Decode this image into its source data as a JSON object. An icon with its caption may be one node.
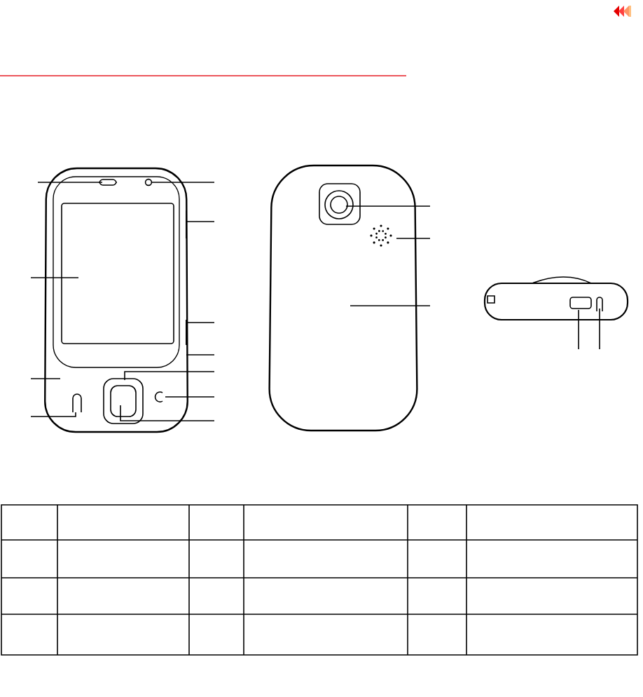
{
  "diagram": {
    "nodes": [
      {
        "text": [],
        "shape": "picture"
      },
      {
        "text": [],
        "shape": "picture"
      },
      {
        "text": [],
        "shape": "picture"
      }
    ],
    "edges": [
      {
        "from": null,
        "to": 0,
        "arrow": "none"
      },
      {
        "from": null,
        "to": 0,
        "arrow": "none"
      },
      {
        "from": null,
        "to": 0,
        "arrow": "none"
      },
      {
        "from": null,
        "to": 0,
        "arrow": "none"
      },
      {
        "from": null,
        "to": 0,
        "arrow": "none"
      },
      {
        "from": null,
        "to": 0,
        "arrow": "none"
      },
      {
        "from": null,
        "to": 0,
        "arrow": "none"
      },
      {
        "from": null,
        "to": 0,
        "arrow": "none"
      },
      {
        "from": null,
        "to": 0,
        "arrow": "none"
      },
      {
        "from": null,
        "to": 0,
        "arrow": "none"
      },
      {
        "from": null,
        "to": 0,
        "arrow": "none"
      },
      {
        "from": null,
        "to": 1,
        "arrow": "none"
      },
      {
        "from": null,
        "to": 1,
        "arrow": "none"
      },
      {
        "from": null,
        "to": 1,
        "arrow": "none"
      },
      {
        "from": null,
        "to": 2,
        "arrow": "none"
      },
      {
        "from": null,
        "to": 2,
        "arrow": "none"
      }
    ]
  }
}
